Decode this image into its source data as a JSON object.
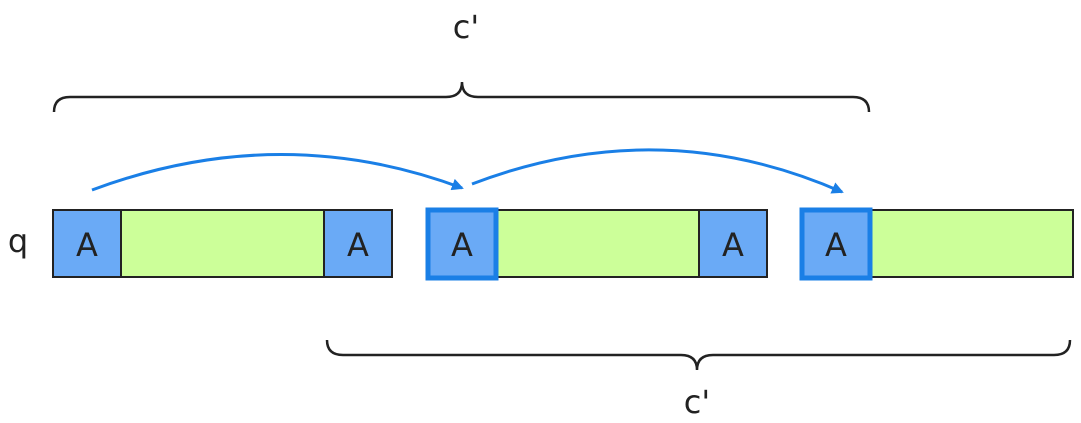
{
  "labels": {
    "row": "q",
    "top_brace": "c'",
    "bottom_brace": "c'"
  },
  "segments": [
    {
      "id": "seg1",
      "left_cell": "A",
      "right_cell": "A",
      "highlighted": false
    },
    {
      "id": "seg2",
      "left_cell": "A",
      "right_cell": "A",
      "highlighted": true
    },
    {
      "id": "seg3",
      "left_cell": "A",
      "highlighted": true
    }
  ],
  "arrows": [
    {
      "from": "seg1",
      "to": "seg2"
    },
    {
      "from": "seg2",
      "to": "seg3"
    }
  ],
  "colors": {
    "cell_fill": "#6aaaf6",
    "bar_fill": "#ccff99",
    "outline": "#222222",
    "highlight": "#1a7fe6",
    "arrow": "#1a7fe6",
    "brace": "#222222"
  }
}
